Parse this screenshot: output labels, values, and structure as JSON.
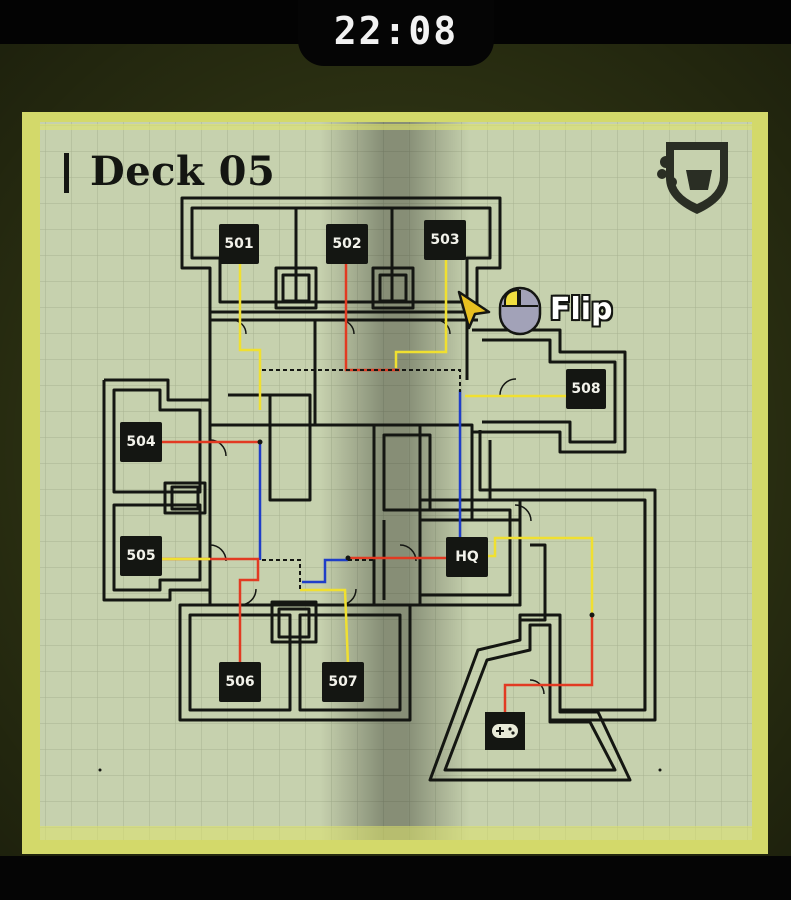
{
  "hud": {
    "clock": "22:08"
  },
  "map": {
    "title": "Deck 05",
    "emblem_icon": "deck-emblem-icon",
    "rooms": [
      {
        "id": "room-501",
        "label": "501"
      },
      {
        "id": "room-502",
        "label": "502"
      },
      {
        "id": "room-503",
        "label": "503"
      },
      {
        "id": "room-504",
        "label": "504"
      },
      {
        "id": "room-505",
        "label": "505"
      },
      {
        "id": "room-506",
        "label": "506"
      },
      {
        "id": "room-507",
        "label": "507"
      },
      {
        "id": "room-508",
        "label": "508"
      },
      {
        "id": "room-hq",
        "label": "HQ"
      }
    ],
    "game_room_icon": "gamepad-icon"
  },
  "prompt": {
    "label": "Flip",
    "icon": "mouse-icon",
    "cursor_icon": "cursor-arrow-icon"
  },
  "colors": {
    "paper": "#c7d2b0",
    "wall": "#141612",
    "wire_red": "#e23a22",
    "wire_yellow": "#f0e030",
    "wire_blue": "#1f3ec8",
    "page_edge": "#dfe46a"
  }
}
